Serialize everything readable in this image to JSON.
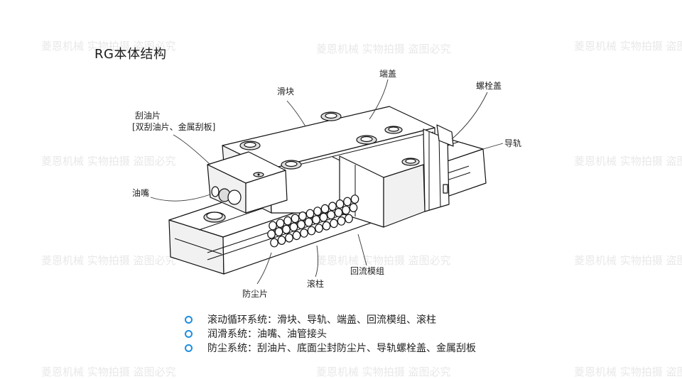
{
  "title": "RG本体结构",
  "watermark": "菱恩机械 实物拍摄 盗图必究",
  "callouts": {
    "slider": "滑块",
    "end_cap": "端盖",
    "bolt_cap": "螺栓盖",
    "rail": "导轨",
    "scraper_line1": "刮油片",
    "scraper_line2": "[双刮油片、金属刮板]",
    "grease_nipple": "油嘴",
    "dust_seal": "防尘片",
    "roller": "滚柱",
    "return_module": "回流模组"
  },
  "legend": [
    "滚动循环系统：滑块、导轨、端盖、回流模组、滚柱",
    "润滑系统：油嘴、油管接头",
    "防尘系统：刮油片、底面尘封防尘片、导轨螺栓盖、金属刮板"
  ],
  "colors": {
    "accent": "#1f8fe0"
  }
}
